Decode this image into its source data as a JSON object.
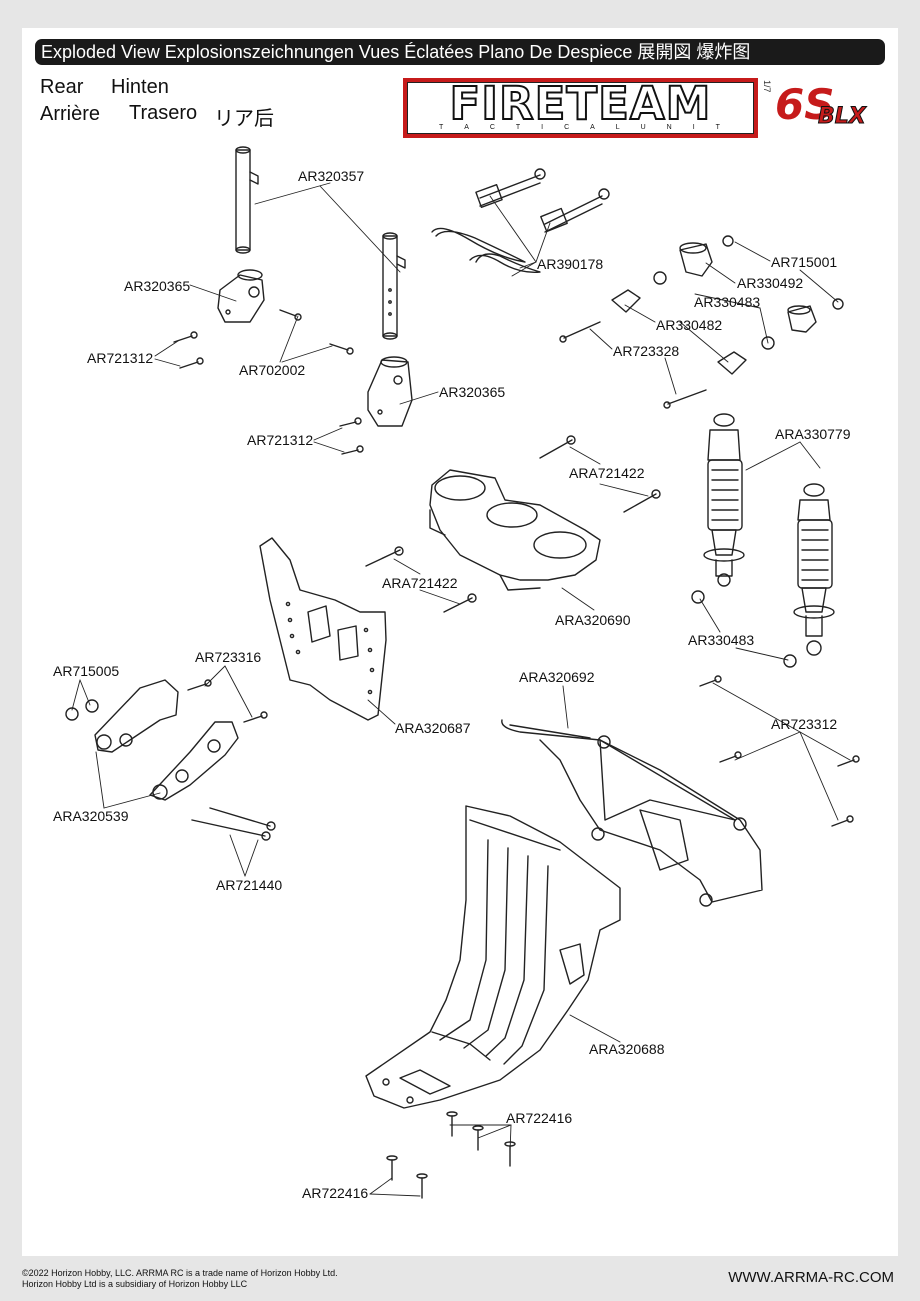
{
  "header": {
    "title": "Exploded View  Explosionszeichnungen  Vues Éclatées  Plano De Despiece 展開図  爆炸图"
  },
  "section": {
    "en": "Rear",
    "de": "Hinten",
    "fr": "Arrière",
    "es": "Trasero",
    "jp": "リア后"
  },
  "logo": {
    "word": "FIRETEAM",
    "tagline": [
      "T",
      "A",
      "C",
      "T",
      "I",
      "C",
      "A",
      "L",
      "U",
      "N",
      "I",
      "T"
    ],
    "scale": "1/7",
    "badge_main": "6S",
    "badge_sub": "BLX",
    "brand_color": "#c61b1b"
  },
  "parts": {
    "p1": "AR320357",
    "p2": "AR390178",
    "p3": "AR715001",
    "p4": "AR330492",
    "p5": "AR330483",
    "p6": "AR320365",
    "p7": "AR330482",
    "p8": "AR721312",
    "p9": "AR702002",
    "p10": "AR723328",
    "p11": "AR320365",
    "p12": "AR721312",
    "p13": "ARA330779",
    "p14": "ARA721422",
    "p15": "ARA721422",
    "p16": "ARA320690",
    "p17": "AR330483",
    "p18": "AR715005",
    "p19": "AR723316",
    "p20": "ARA320692",
    "p21": "ARA320687",
    "p22": "AR723312",
    "p23": "ARA320539",
    "p24": "AR721440",
    "p25": "ARA320688",
    "p26": "AR722416",
    "p27": "AR722416"
  },
  "footer": {
    "copyright_1": "©2022 Horizon Hobby, LLC. ARRMA RC is a trade name of Horizon Hobby Ltd.",
    "copyright_2": "Horizon Hobby Ltd is a subsidiary of Horizon Hobby LLC",
    "url": "WWW.ARRMA-RC.COM"
  }
}
